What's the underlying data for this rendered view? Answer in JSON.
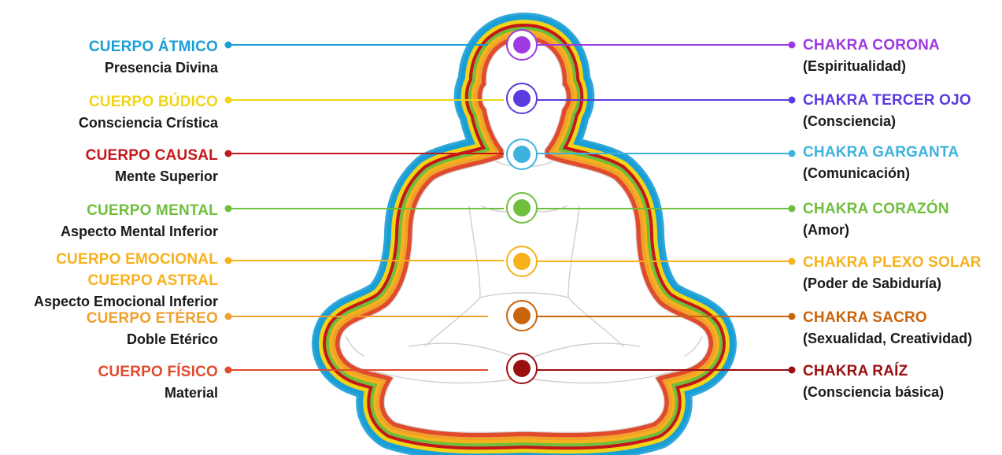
{
  "bodies": [
    {
      "title": "CUERPO ÁTMICO",
      "subtitle": "Presencia Divina",
      "color": "#1a9ed6"
    },
    {
      "title": "CUERPO BÚDICO",
      "subtitle": "Consciencia Crística",
      "color": "#f2d417"
    },
    {
      "title": "CUERPO CAUSAL",
      "subtitle": "Mente Superior",
      "color": "#c4171b"
    },
    {
      "title": "CUERPO MENTAL",
      "subtitle": "Aspecto Mental Inferior",
      "color": "#6fbf3d"
    },
    {
      "title": "CUERPO EMOCIONAL",
      "title2": "CUERPO ASTRAL",
      "subtitle": "Aspecto Emocional Inferior",
      "color": "#f7b11b"
    },
    {
      "title": "CUERPO ETÉREO",
      "subtitle": "Doble Etérico",
      "color": "#f0a02c"
    },
    {
      "title": "CUERPO FÍSICO",
      "subtitle": "Material",
      "color": "#e04b2d"
    }
  ],
  "chakras": [
    {
      "title": "CHAKRA CORONA",
      "subtitle": "(Espiritualidad)",
      "color": "#9d3ae0"
    },
    {
      "title": "CHAKRA TERCER OJO",
      "subtitle": "(Consciencia)",
      "color": "#5b3ae0"
    },
    {
      "title": "CHAKRA GARGANTA",
      "subtitle": "(Comunicación)",
      "color": "#3db2de"
    },
    {
      "title": "CHAKRA CORAZÓN",
      "subtitle": "(Amor)",
      "color": "#6fbf3d"
    },
    {
      "title": "CHAKRA PLEXO SOLAR",
      "subtitle": "(Poder de Sabiduría)",
      "color": "#f7b11b"
    },
    {
      "title": "CHAKRA SACRO",
      "subtitle": "(Sexualidad, Creatividad)",
      "color": "#c8650c"
    },
    {
      "title": "CHAKRA RAÍZ",
      "subtitle": "(Consciencia básica)",
      "color": "#9b0f0f"
    }
  ],
  "aura_colors": [
    "#1a9ed6",
    "#f2d417",
    "#c4171b",
    "#6fbf3d",
    "#f7b11b",
    "#f0a02c",
    "#e04b2d"
  ]
}
